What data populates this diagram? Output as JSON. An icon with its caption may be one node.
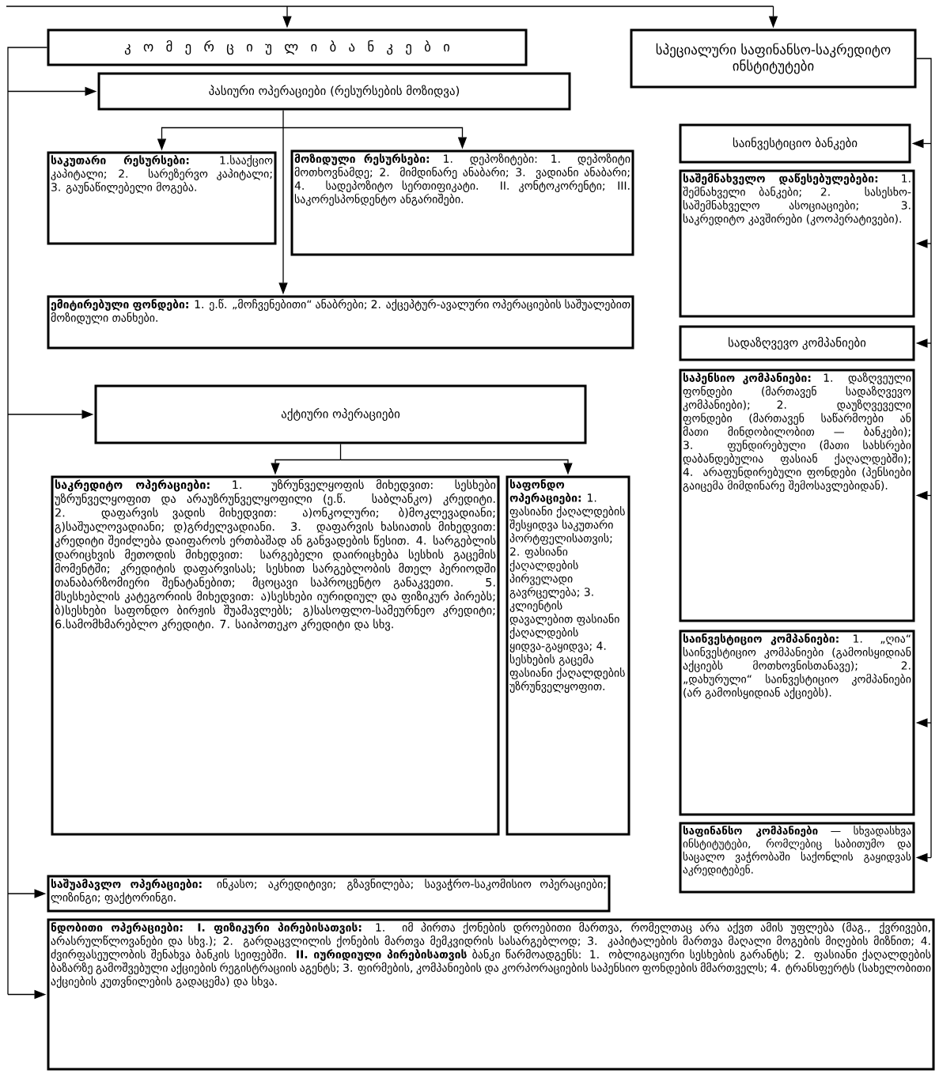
{
  "diagram": {
    "nodes": [
      {
        "text": [
          "კ ო მ ე რ ც ი უ ლ ი ბ ა ნ კ ე ბ ი"
        ]
      },
      {
        "text": [
          "სპეციალური საფინანსო-საკრედიტო ინსტიტუტები"
        ]
      },
      {
        "text": [
          "პასიური ოპერაციები (რესურსების მოზიდვა)"
        ]
      },
      {
        "text": [
          "**საკუთარი რესურსები:** 1.სააქციო კაპიტალი; 2. სარეზერვო კაპიტალი; 3. გაუნაწილებელი მოგება."
        ]
      },
      {
        "text": [
          "**მოზიდული რესურსები:** 1. დეპოზიტები: 1. დეპოზიტი მოთხოვნამდე; 2. მიმდინარე ანაბარი; 3. ვადიანი ანაბარი; 4. სადეპოზიტო სერთიფიკატი. II. კონტოკორენტი; III. საკორესპონდენტო ანგარიშები."
        ]
      },
      {
        "text": [
          "**ემიტირებული ფონდები:** 1. ე.წ. „მოჩვენებითი“ ანაბრები; 2. აქცეპტურ-ავალური ოპერაციების საშუალებით მოზიდული თანხები."
        ]
      },
      {
        "text": [
          "აქტიური ოპერაციები"
        ]
      },
      {
        "text": [
          "**საკრედიტო ოპერაციები:** 1. უზრუნველყოფის მიხედვით: სესხები უზრუნველყოფით და არაუზრუნველყოფილი (ე.წ. საბლანკო) კრედიტი. 2. დაფარვის ვადის მიხედვით: ა)ონკოლური; ბ)მოკლევადიანი; გ)საშუალოვადიანი; დ)გრძელვადიანი. 3. დაფარვის ხასიათის მიხედვით: კრედიტი შეიძლება დაიფაროს ერთბაშად ან განვადების წესით. 4. სარგებლის დარიცხვის მეთოდის მიხედვით: სარგებელი დაირიცხება სესხის გაცემის მომენტში; კრედიტის დაფარვისას; სესხით სარგებლობის მთელ პერიოდში თანაბარზომიერი შენატანებით; მცოცავი საპროცენტო განაკვეთი. 5. მსესხებლის კატეგორიის მიხედვით: ა)სესხები იურიდიულ და ფიზიკურ პირებს; ბ)სესხები საფონდო ბირჟის შუამავლებს; გ)სასოფლო-სამეურნეო კრედიტი; 6.სამომხმარებლო კრედიტი. 7. საიპოთეკო კრედიტი და სხვ."
        ]
      },
      {
        "text": [
          "**საფონდო ოპერაციები:** 1. ფასიანი ქაღალდების შესყიდვა საკუთარი პორტფელისათვის; 2. ფასიანი ქაღალდების პირველადი გავრცელება; 3. კლიენტის დავალებით ფასიანი ქაღალდების ყიდვა-გაყიდვა; 4. სესხების გაცემა ფასიანი ქაღალდების უზრუნველყოფით."
        ]
      },
      {
        "text": [
          "საინვესტიციო ბანკები"
        ]
      },
      {
        "text": [
          "**საშემნახველო დაწესებულებები:** 1. შემნახველი ბანკები; 2. სასესხო-საშემნახველო ასოციაციები; 3. საკრედიტო კავშირები (კოოპერატივები)."
        ]
      },
      {
        "text": [
          "სადაზღვევო კომპანიები"
        ]
      },
      {
        "text": [
          "**საპენსიო კომპანიები:** 1. დაზღვეული ფონდები (მართავენ სადაზღვევო კომპანიები); 2. დაუზღვეველი ფონდები (მართავენ საწარმოები ან მათი მინდობილობით — ბანკები); 3. ფუნდირებული (მათი სახსრები დაბანდებულია ფასიან ქაღალდებში); 4. არაფუნდირებული ფონდები (პენსიები გაიცემა მიმდინარე შემოსავლებიდან)."
        ]
      },
      {
        "text": [
          "**საინვესტიციო კომპანიები:** 1. „ღია“ საინვესტიციო კომპანიები (გამოისყიდიან აქციებს მოთხოვნისთანავე); 2. „დახურული“ საინვესტიციო კომპანიები (არ გამოისყიდიან აქციებს)."
        ]
      },
      {
        "text": [
          "**საფინანსო კომპანიები** — სხვადასხვა ინსტიტუტები, რომლებიც საბითუმო და საცალო ვაჭრობაში საქონლის გაყიდვას აკრედიტებენ."
        ]
      },
      {
        "text": [
          "**საშუამავლო ოპერაციები:** ინკასო; აკრედიტივი; გზავნილება; სავაჭრო-საკომისიო ოპერაციები; ლიზინგი; ფაქტორინგი."
        ]
      },
      {
        "text": [
          "**ნდობითი ოპერაციები: I. ფიზიკური პირებისათვის:** 1. იმ პირთა ქონების დროებითი მართვა, რომელთაც არა აქვთ ამის უფლება (მაგ., ქვრივები, არასრულწლოვანები და სხვ.); 2. გარდაცვლილის ქონების მართვა მემკვიდრის სასარგებლოდ; 3. კაპიტალების მართვა მაღალი მოგების მიღების მიზნით; 4. ძვირფასეულობის შენახვა ბანკის სეიფებში. **II. იურიდიული პირებისათვის** ბანკი წარმოადგენს: 1. ობლიგაციური სესხების გარანტს; 2. ფასიანი ქაღალდების ბაზარზე გამოშვებული აქციების რეგისტრაციის აგენტს; 3. ფირმების, კომპანიების და კორპორაციების საპენსიო ფონდების მმართველს; 4. ტრანსფერტს (სახელობითი აქციების კუთვნილების გადაცემა) და სხვა."
        ]
      }
    ],
    "edges": [
      {
        "from": null,
        "to": 0,
        "arrow": "to"
      },
      {
        "from": null,
        "to": 1,
        "arrow": "to"
      },
      {
        "from": 0,
        "to": 2,
        "arrow": "to"
      },
      {
        "from": 0,
        "to": 6,
        "arrow": "to"
      },
      {
        "from": 0,
        "to": 15,
        "arrow": "to"
      },
      {
        "from": 0,
        "to": 16,
        "arrow": "to"
      },
      {
        "from": 2,
        "to": 3,
        "arrow": "to"
      },
      {
        "from": 2,
        "to": 4,
        "arrow": "to"
      },
      {
        "from": 2,
        "to": 5,
        "arrow": "to"
      },
      {
        "from": 6,
        "to": 7,
        "arrow": "to"
      },
      {
        "from": 6,
        "to": 8,
        "arrow": "to"
      },
      {
        "from": 1,
        "to": 9,
        "arrow": "to"
      },
      {
        "from": 1,
        "to": 10,
        "arrow": "to"
      },
      {
        "from": 1,
        "to": 11,
        "arrow": "to"
      },
      {
        "from": 1,
        "to": 12,
        "arrow": "to"
      },
      {
        "from": 1,
        "to": 13,
        "arrow": "to"
      },
      {
        "from": 1,
        "to": 14,
        "arrow": "to"
      }
    ]
  }
}
